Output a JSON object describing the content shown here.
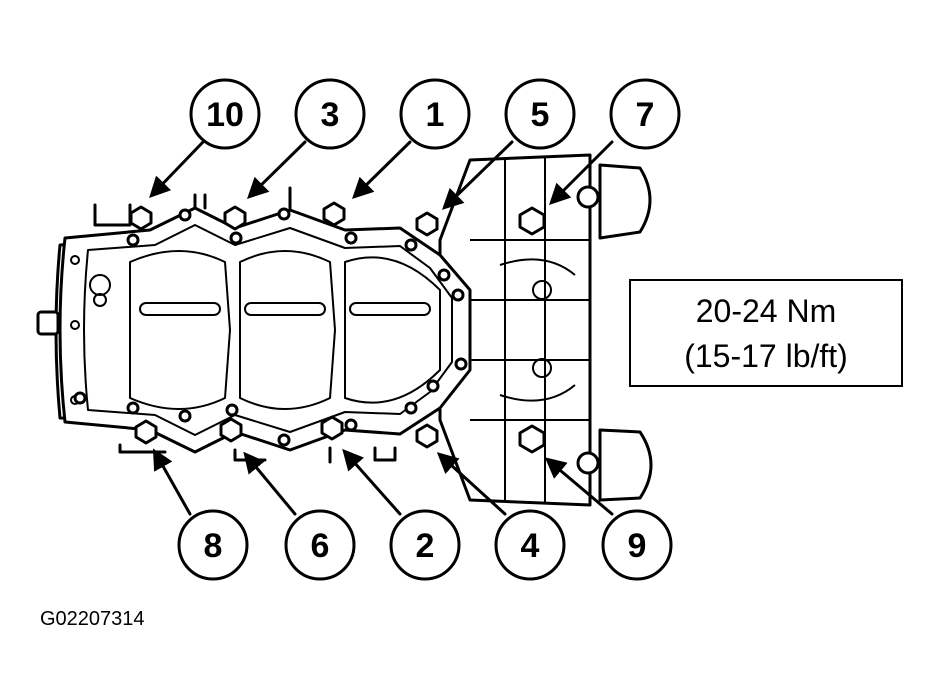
{
  "callouts": {
    "c10": "10",
    "c3": "3",
    "c1": "1",
    "c5": "5",
    "c7": "7",
    "c8": "8",
    "c6": "6",
    "c2": "2",
    "c4": "4",
    "c9": "9"
  },
  "torque_spec": {
    "line1": "20-24 Nm",
    "line2": "(15-17 lb/ft)"
  },
  "figure_id": "G02207314"
}
